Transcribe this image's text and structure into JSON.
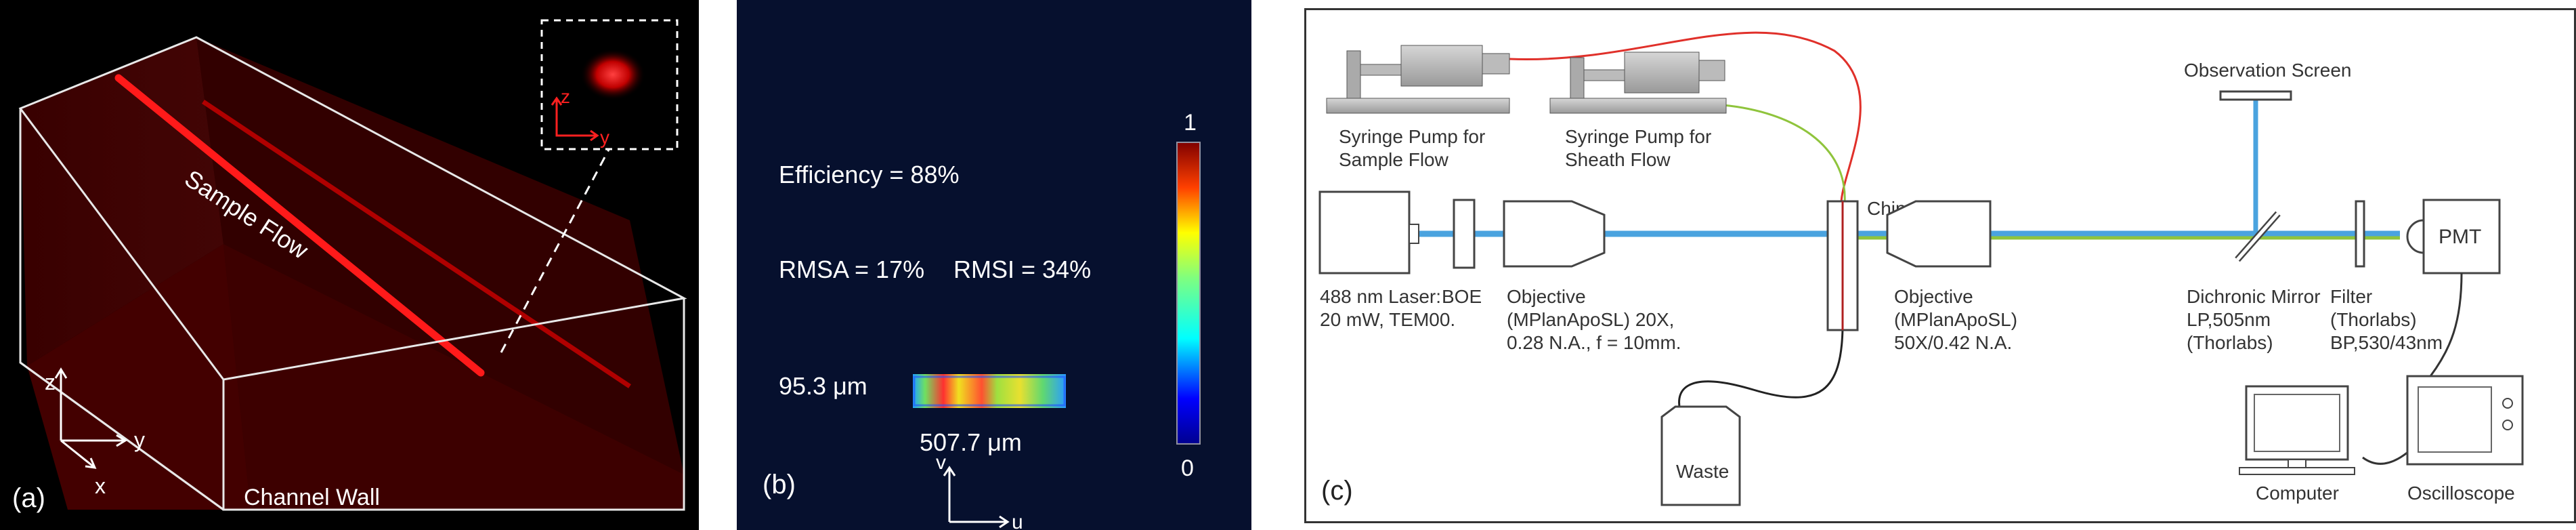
{
  "panel_a": {
    "label": "(a)",
    "sample_flow": "Sample Flow",
    "channel_wall": "Channel Wall",
    "axis_z": "z",
    "axis_y": "y",
    "axis_x": "x",
    "inset_axis_z": "z",
    "inset_axis_y": "y",
    "colors": {
      "beam": "#ff1a1a",
      "frame": "#e8e8e8"
    }
  },
  "panel_b": {
    "label": "(b)",
    "efficiency": "Efficiency = 88%",
    "rmsa": "RMSA = 17%",
    "rmsi": "RMSI = 34%",
    "height_label": "95.3 μm",
    "width_label": "507.7 μm",
    "axis_v": "v",
    "axis_u": "u",
    "colorbar_max": "1",
    "colorbar_min": "0"
  },
  "panel_c": {
    "label": "(c)",
    "syringe_sample": [
      "Syringe Pump for",
      "Sample Flow"
    ],
    "syringe_sheath": [
      "Syringe Pump for",
      "Sheath Flow"
    ],
    "chip": "Chip",
    "observation_screen": "Observation Screen",
    "laser": [
      "488 nm Laser:",
      "20 mW, TEM00."
    ],
    "boe": "BOE",
    "objective1": [
      "Objective",
      "(MPlanApoSL)  20X,",
      "0.28 N.A., f = 10mm."
    ],
    "objective2": [
      "Objective",
      "(MPlanApoSL)",
      "50X/0.42 N.A."
    ],
    "mirror": [
      "Dichronic Mirror",
      "LP,505nm",
      "(Thorlabs)"
    ],
    "filter": [
      "Filter",
      "(Thorlabs)",
      "BP,530/43nm"
    ],
    "pmt": "PMT",
    "waste": "Waste",
    "computer": "Computer",
    "oscilloscope": "Oscilloscope",
    "colors": {
      "beam_blue": "#4aa3df",
      "beam_green": "#8fc43c",
      "tube_red": "#e0302a"
    }
  }
}
